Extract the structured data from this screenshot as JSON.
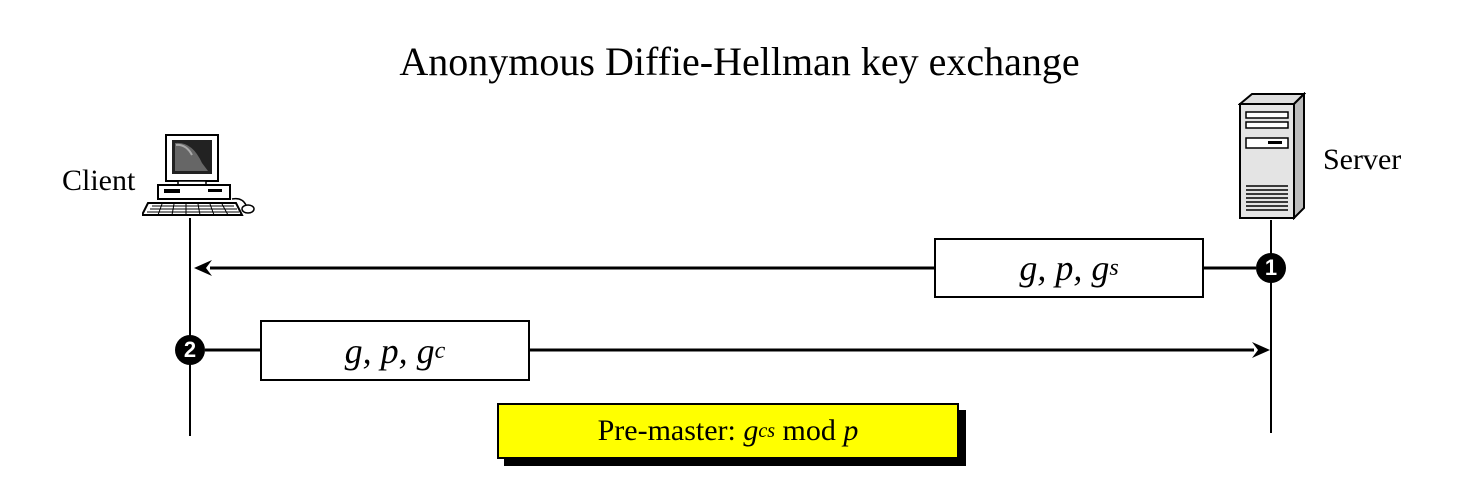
{
  "title": "Anonymous Diffie-Hellman key exchange",
  "client": {
    "label": "Client",
    "icon": "desktop-computer-icon"
  },
  "server": {
    "label": "Server",
    "icon": "server-tower-icon"
  },
  "messages": [
    {
      "step": "1",
      "base": "g, p, g",
      "exponent": "s",
      "direction": "server-to-client"
    },
    {
      "step": "2",
      "base": "g, p, g",
      "exponent": "c",
      "direction": "client-to-server"
    }
  ],
  "premaster": {
    "prefix": "Pre-master: ",
    "base": "g",
    "exponent": "cs",
    "suffix_mod": " mod ",
    "suffix_p": "p",
    "color": "#ffff00"
  }
}
